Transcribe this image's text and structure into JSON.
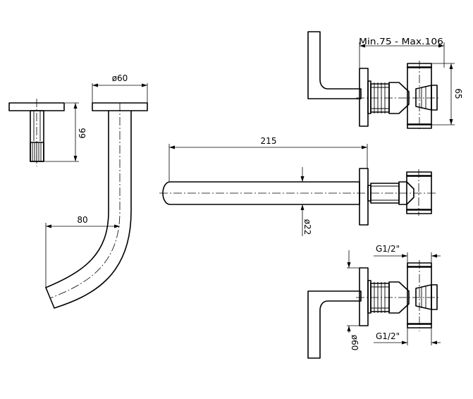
{
  "dimensions": {
    "plate_diameter": "ø60",
    "wall_depth": "66",
    "spout_offset": "80",
    "spout_length": "215",
    "spout_diameter": "ø22",
    "adjustable_range": "Min.75 - Max.106",
    "valve_height": "65",
    "thread_top": "G1/2\"",
    "thread_bottom": "G1/2\"",
    "handle_plate_diameter": "ø60"
  }
}
